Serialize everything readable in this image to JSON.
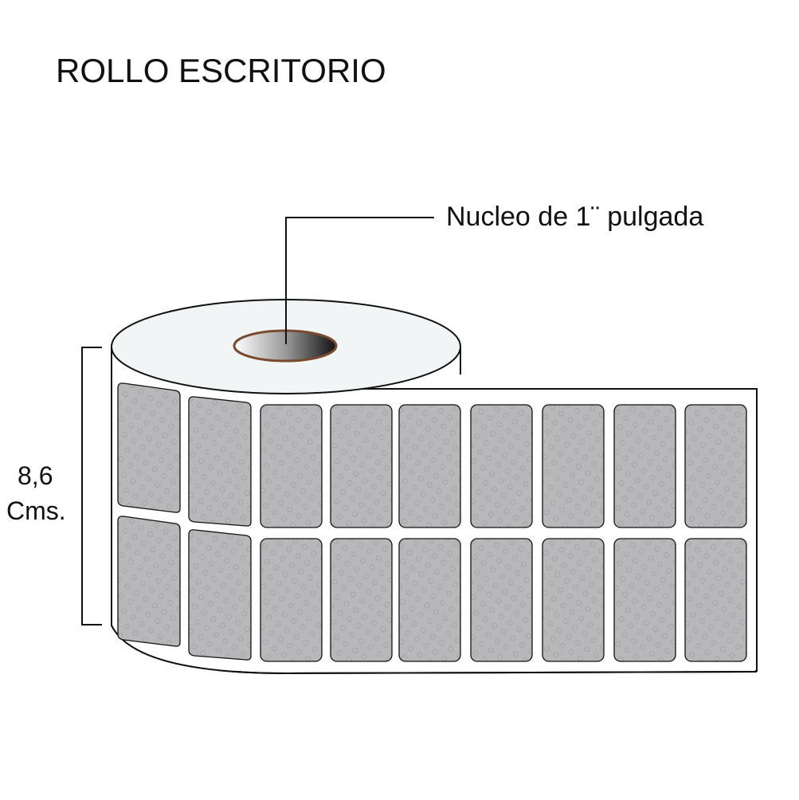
{
  "title": "ROLLO ESCRITORIO",
  "core_label": "Nucleo de 1¨ pulgada",
  "height_label": {
    "value": "8,6",
    "unit": "Cms."
  },
  "labels": {
    "columns": 9,
    "rows": 2
  },
  "colors": {
    "label_fill": "#b7b7ba",
    "core_rim": "#7a4a2e",
    "roll_top": "#f2f5f6"
  }
}
